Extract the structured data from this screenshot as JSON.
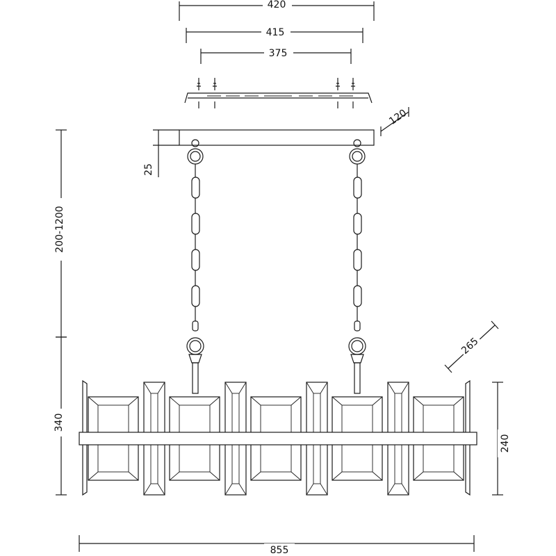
{
  "dimensions": {
    "canopy_outer_width": "420",
    "canopy_plate_width": "415",
    "canopy_mount_spacing": "375",
    "canopy_depth": "120",
    "canopy_height": "25",
    "suspension_length": "200-1200",
    "body_height": "340",
    "body_depth": "265",
    "panel_height": "240",
    "total_width": "855"
  }
}
